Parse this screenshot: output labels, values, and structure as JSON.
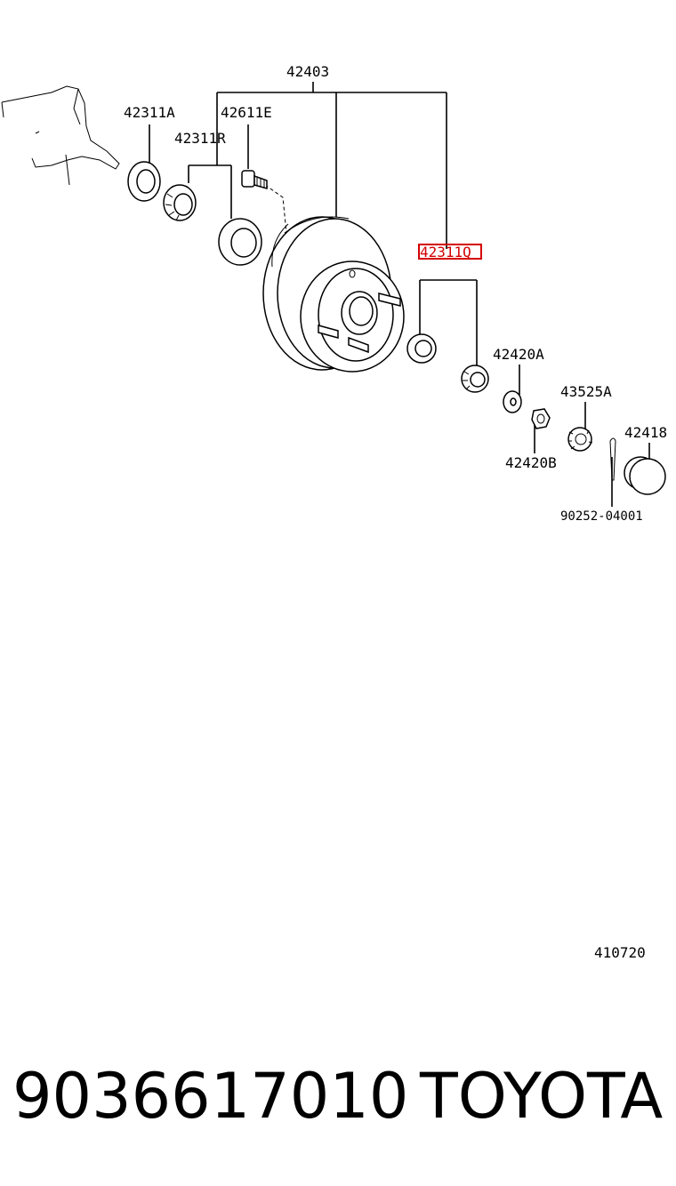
{
  "diagram": {
    "callouts": [
      {
        "id": "c-42403",
        "text": "42403"
      },
      {
        "id": "c-42311a",
        "text": "42311A"
      },
      {
        "id": "c-42611e",
        "text": "42611E"
      },
      {
        "id": "c-42311r",
        "text": "42311R"
      },
      {
        "id": "c-42311q",
        "text": "42311Q",
        "highlighted": true
      },
      {
        "id": "c-42420a",
        "text": "42420A"
      },
      {
        "id": "c-43525a",
        "text": "43525A"
      },
      {
        "id": "c-42418",
        "text": "42418"
      },
      {
        "id": "c-42420b",
        "text": "42420B"
      },
      {
        "id": "c-90252",
        "text": "90252-04001"
      }
    ],
    "diagram_code": "410720",
    "highlight_color": "#d40000"
  },
  "footer": {
    "part_number": "9036617010",
    "brand": "TOYOTA"
  }
}
